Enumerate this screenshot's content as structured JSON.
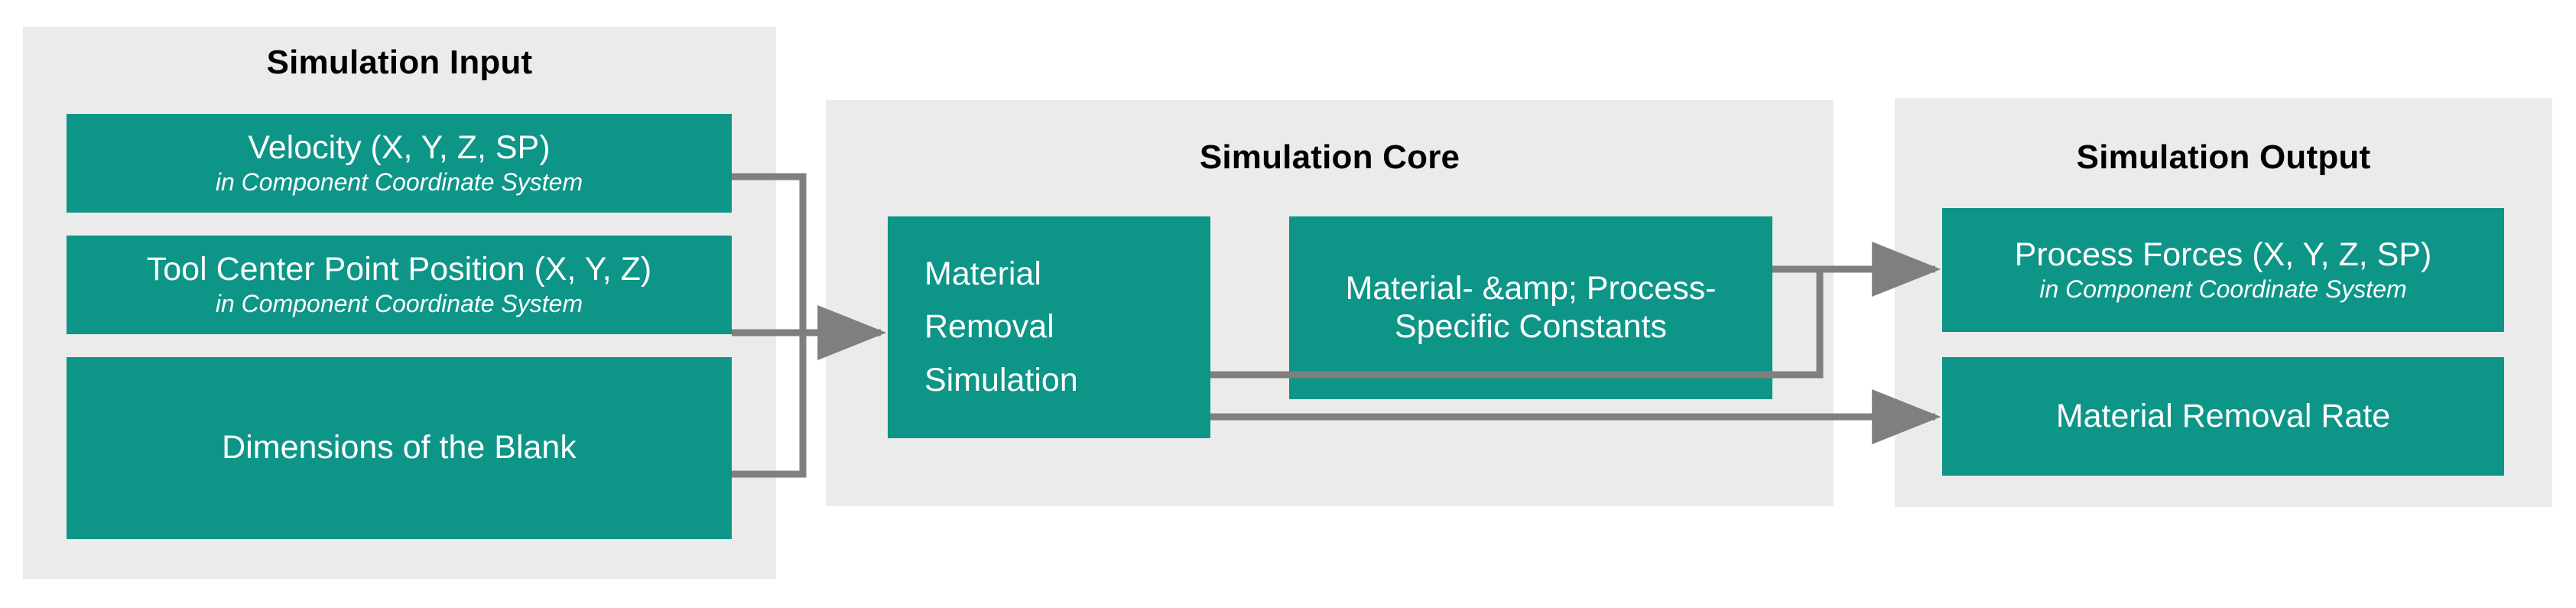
{
  "diagram": {
    "type": "block-flow",
    "accent_color": "#0d9588",
    "panel_color": "#ebebeb",
    "connector_color": "#7f7f7f",
    "text_color_on_accent": "#ffffff",
    "title_color": "#000000"
  },
  "panels": [
    {
      "id": "input",
      "title": "Simulation Input",
      "nodes": [
        {
          "id": "velocity",
          "main": "Velocity (X, Y, Z, SP)",
          "sub": "in Component Coordinate System"
        },
        {
          "id": "tcp",
          "main": "Tool Center Point Position (X, Y, Z)",
          "sub": "in Component Coordinate System"
        },
        {
          "id": "blank",
          "main": "Dimensions of the Blank",
          "sub": ""
        }
      ]
    },
    {
      "id": "core",
      "title": "Simulation Core",
      "nodes": [
        {
          "id": "mrs",
          "main": "Material\nRemoval\nSimulation",
          "sub": ""
        },
        {
          "id": "constants",
          "main": "Material- &amp; Process-\nSpecific Constants",
          "sub": ""
        }
      ]
    },
    {
      "id": "output",
      "title": "Simulation Output",
      "nodes": [
        {
          "id": "forces",
          "main": "Process Forces (X, Y, Z, SP)",
          "sub": "in Component Coordinate System"
        },
        {
          "id": "mrr",
          "main": "Material Removal Rate",
          "sub": ""
        }
      ]
    }
  ],
  "connectors": [
    {
      "id": "velocity-to-mrs",
      "from": "velocity",
      "to": "mrs",
      "arrow": false
    },
    {
      "id": "tcp-to-mrs",
      "from": "tcp",
      "to": "mrs",
      "arrow": true
    },
    {
      "id": "blank-to-mrs",
      "from": "blank",
      "to": "mrs",
      "arrow": false
    },
    {
      "id": "constants-to-forces",
      "from": "constants",
      "to": "forces",
      "arrow": true
    },
    {
      "id": "mrs-to-forces",
      "from": "mrs",
      "to": "forces",
      "arrow": false
    },
    {
      "id": "mrs-to-mrr",
      "from": "mrs",
      "to": "mrr",
      "arrow": true
    }
  ]
}
